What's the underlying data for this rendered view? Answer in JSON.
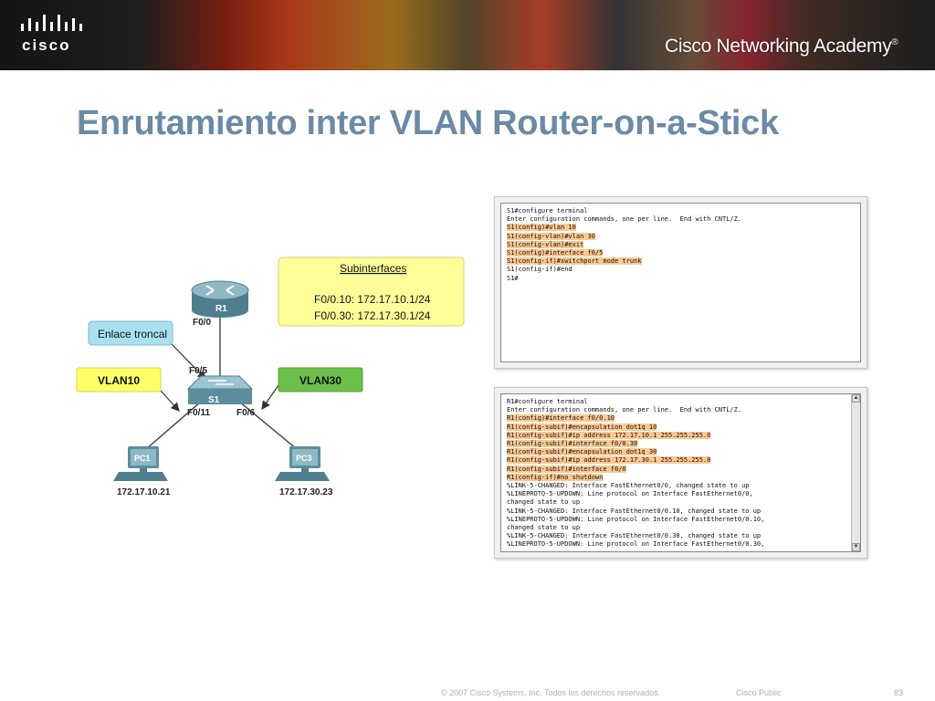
{
  "header": {
    "logo_text": "cisco",
    "academy_text": "Cisco Networking Academy",
    "academy_mark": "®"
  },
  "title": "Enrutamiento inter VLAN Router-on-a-Stick",
  "diagram": {
    "router_label": "R1",
    "router_port": "F0/0",
    "switch_label": "S1",
    "switch_trunk_port": "F0/5",
    "switch_port_left": "F0/11",
    "switch_port_right": "F0/6",
    "pc1_label": "PC1",
    "pc1_ip": "172.17.10.21",
    "pc3_label": "PC3",
    "pc3_ip": "172.17.30.23",
    "callout_trunk": "Enlace troncal",
    "callout_vlan10": "VLAN10",
    "callout_vlan30": "VLAN30",
    "subinterfaces": {
      "title": "Subinterfaces",
      "line1": "F0/0.10: 172.17.10.1/24",
      "line2": "F0/0.30: 172.17.30.1/24"
    },
    "colors": {
      "yellow_box": "#ffff9a",
      "trunk_box": "#a8e0f0",
      "vlan30_box": "#6cc04a",
      "device_blue": "#6e9aa8",
      "title": "#6b8aa6",
      "highlight": "#fbc892"
    }
  },
  "terminal_switch": {
    "lines": [
      {
        "text": "S1#configure terminal",
        "hl": false
      },
      {
        "text": "Enter configuration commands, one per line.  End with CNTL/Z.",
        "hl": false
      },
      {
        "text": "S1(config)#vlan 10",
        "hl": true
      },
      {
        "text": "S1(config-vlan)#vlan 30",
        "hl": true
      },
      {
        "text": "S1(config-vlan)#exit",
        "hl": true
      },
      {
        "text": "S1(config)#interface f0/5",
        "hl": true
      },
      {
        "text": "S1(config-if)#switchport mode trunk",
        "hl": true
      },
      {
        "text": "S1(config-if)#end",
        "hl": false
      },
      {
        "text": "S1#",
        "hl": false
      }
    ]
  },
  "terminal_router": {
    "lines": [
      {
        "text": "R1#configure terminal",
        "hl": false
      },
      {
        "text": "Enter configuration commands, one per line.  End with CNTL/Z.",
        "hl": false
      },
      {
        "text": "R1(config)#interface f0/0.10",
        "hl": true
      },
      {
        "text": "R1(config-subif)#encapsulation dot1q 10",
        "hl": true
      },
      {
        "text": "R1(config-subif)#ip address 172.17.10.1 255.255.255.0",
        "hl": true
      },
      {
        "text": "R1(config-subif)#interface f0/0.30",
        "hl": true
      },
      {
        "text": "R1(config-subif)#encapsulation dot1q 30",
        "hl": true
      },
      {
        "text": "R1(config-subif)#ip address 172.17.30.1 255.255.255.0",
        "hl": true
      },
      {
        "text": "R1(config-subif)#interface f0/0",
        "hl": true
      },
      {
        "text": "R1(config-if)#no shutdown",
        "hl": true
      },
      {
        "text": "%LINK-5-CHANGED: Interface FastEthernet0/0, changed state to up",
        "hl": false
      },
      {
        "text": "%LINEPROTO-5-UPDOWN: Line protocol on Interface FastEthernet0/0,",
        "hl": false
      },
      {
        "text": "changed state to up",
        "hl": false
      },
      {
        "text": "%LINK-5-CHANGED: Interface FastEthernet0/0.10, changed state to up",
        "hl": false
      },
      {
        "text": "%LINEPROTO-5-UPDOWN: Line protocol on Interface FastEthernet0/0.10,",
        "hl": false
      },
      {
        "text": "changed state to up",
        "hl": false
      },
      {
        "text": "%LINK-5-CHANGED: Interface FastEthernet0/0.30, changed state to up",
        "hl": false
      },
      {
        "text": "%LINEPROTO-5-UPDOWN: Line protocol on Interface FastEthernet0/0.30,",
        "hl": false
      }
    ]
  },
  "footer": {
    "copyright": "© 2007 Cisco Systems, Inc. Todos los derechos reservados.",
    "classification": "Cisco Public",
    "page_number": "83"
  }
}
